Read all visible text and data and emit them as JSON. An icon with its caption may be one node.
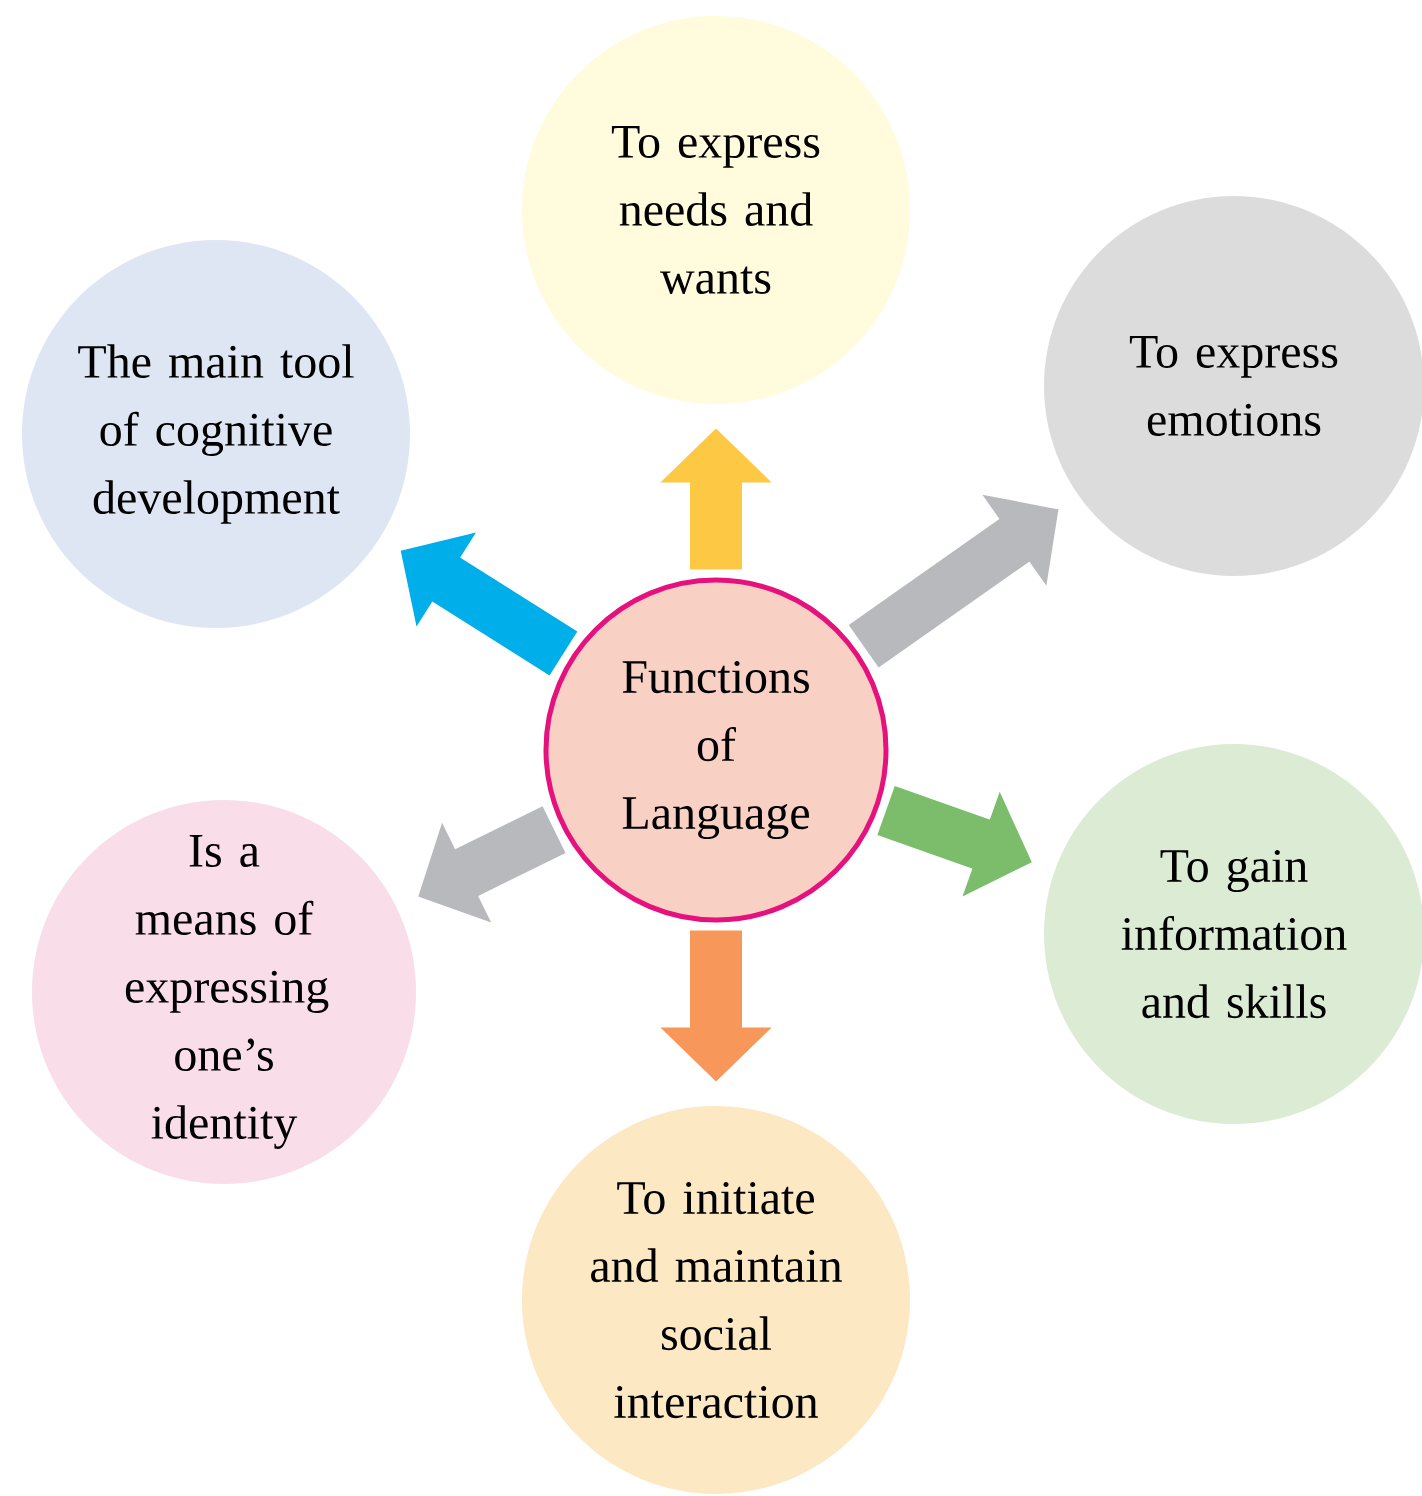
{
  "diagram": {
    "nodes": [
      {
        "text": [
          "Functions of Language"
        ]
      },
      {
        "text": [
          "To express needs and wants"
        ]
      },
      {
        "text": [
          "To express emotions"
        ]
      },
      {
        "text": [
          "The main tool of cognitive development"
        ]
      },
      {
        "text": [
          "To gain information and skills"
        ]
      },
      {
        "text": [
          "Is a means of expressing one’s identity"
        ]
      },
      {
        "text": [
          "To initiate and maintain social interaction"
        ]
      }
    ],
    "edges": [
      {
        "from": 0,
        "to": 1,
        "arrow": "to",
        "color": "#fdc843"
      },
      {
        "from": 0,
        "to": 2,
        "arrow": "to",
        "color": "#b8b9bd"
      },
      {
        "from": 0,
        "to": 3,
        "arrow": "to",
        "color": "#00aeea"
      },
      {
        "from": 0,
        "to": 4,
        "arrow": "to",
        "color": "#7bbd6b"
      },
      {
        "from": 0,
        "to": 5,
        "arrow": "to",
        "color": "#b8b9bd"
      },
      {
        "from": 0,
        "to": 6,
        "arrow": "to",
        "color": "#f8975a"
      }
    ]
  }
}
